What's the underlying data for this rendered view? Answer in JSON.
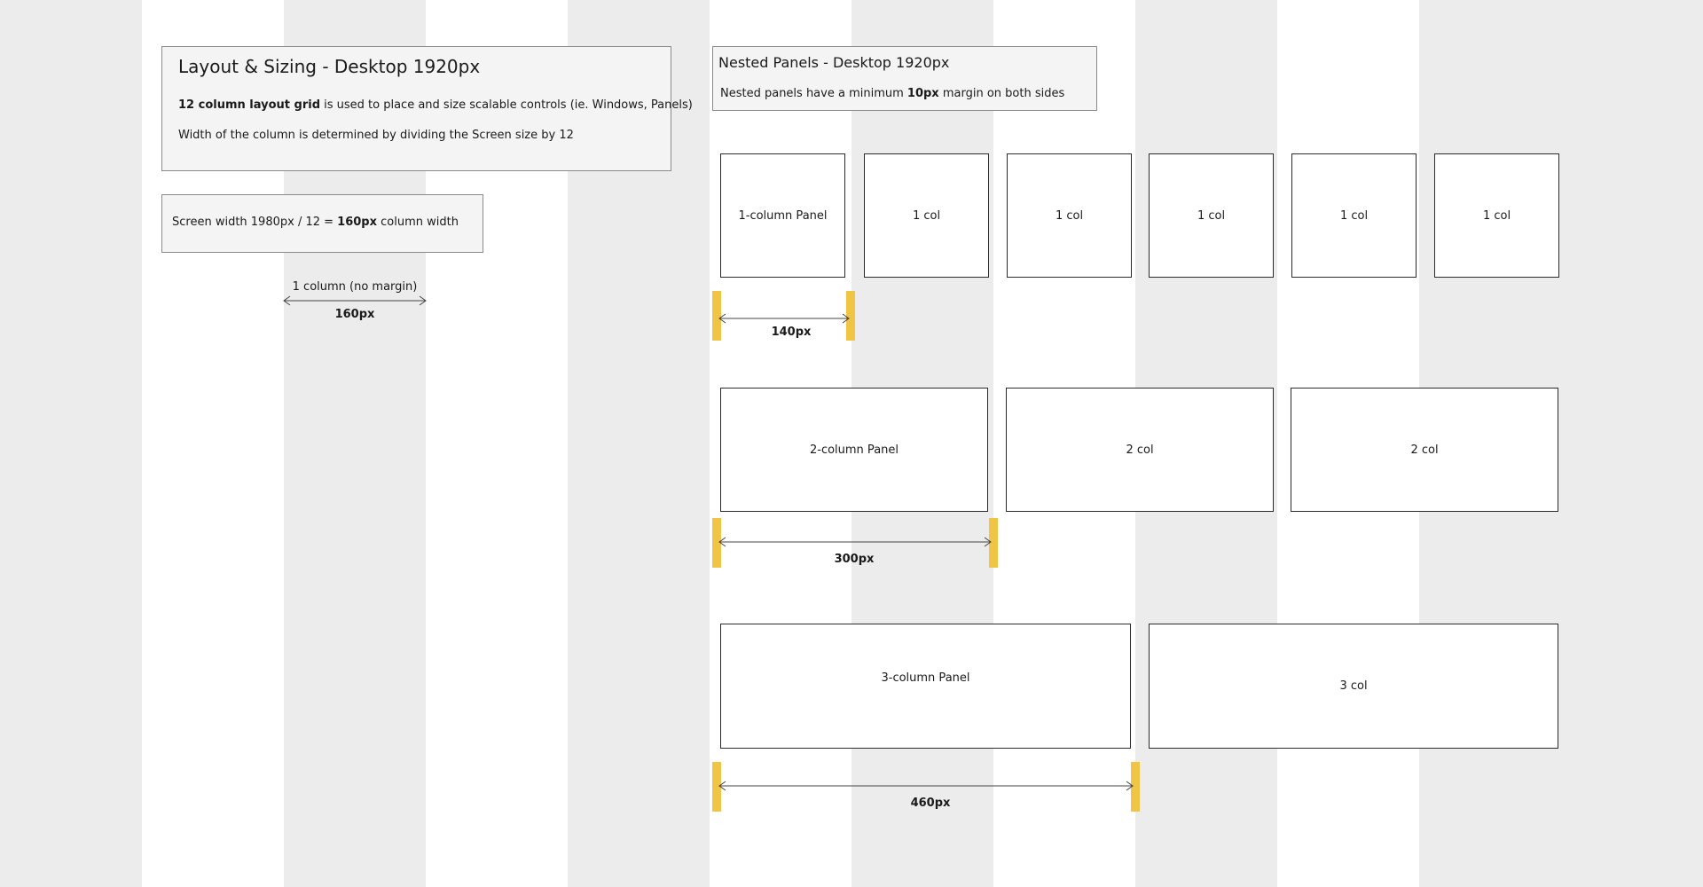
{
  "colors": {
    "grid_band": "#ececec",
    "background": "#ffffff",
    "marker": "#f0c545",
    "panel_border": "#2b2b2b",
    "info_box_bg": "#f4f4f4"
  },
  "layout_info": {
    "title": "Layout & Sizing - Desktop 1920px",
    "line1_bold": "12 column layout grid",
    "line1_rest": " is used to place and size scalable controls (ie. Windows, Panels)",
    "line2": "Width of the column is determined by dividing the Screen size by 12"
  },
  "calc_box": {
    "prefix": "Screen width 1980px  / 12 = ",
    "bold": "160px",
    "suffix": " column width"
  },
  "column_measure": {
    "label": "1 column (no margin)",
    "value": "160px"
  },
  "nested_info": {
    "title": "Nested Panels - Desktop 1920px",
    "prefix": "Nested panels have a minimum ",
    "bold": "10px",
    "suffix": " margin on both sides"
  },
  "rows": [
    {
      "panels": [
        "1-column Panel",
        "1 col",
        "1 col",
        "1 col",
        "1 col",
        "1 col"
      ],
      "measure": "140px"
    },
    {
      "panels": [
        "2-column Panel",
        "2 col",
        "2 col"
      ],
      "measure": "300px"
    },
    {
      "panels": [
        "3-column Panel",
        "3 col"
      ],
      "measure": "460px"
    }
  ]
}
